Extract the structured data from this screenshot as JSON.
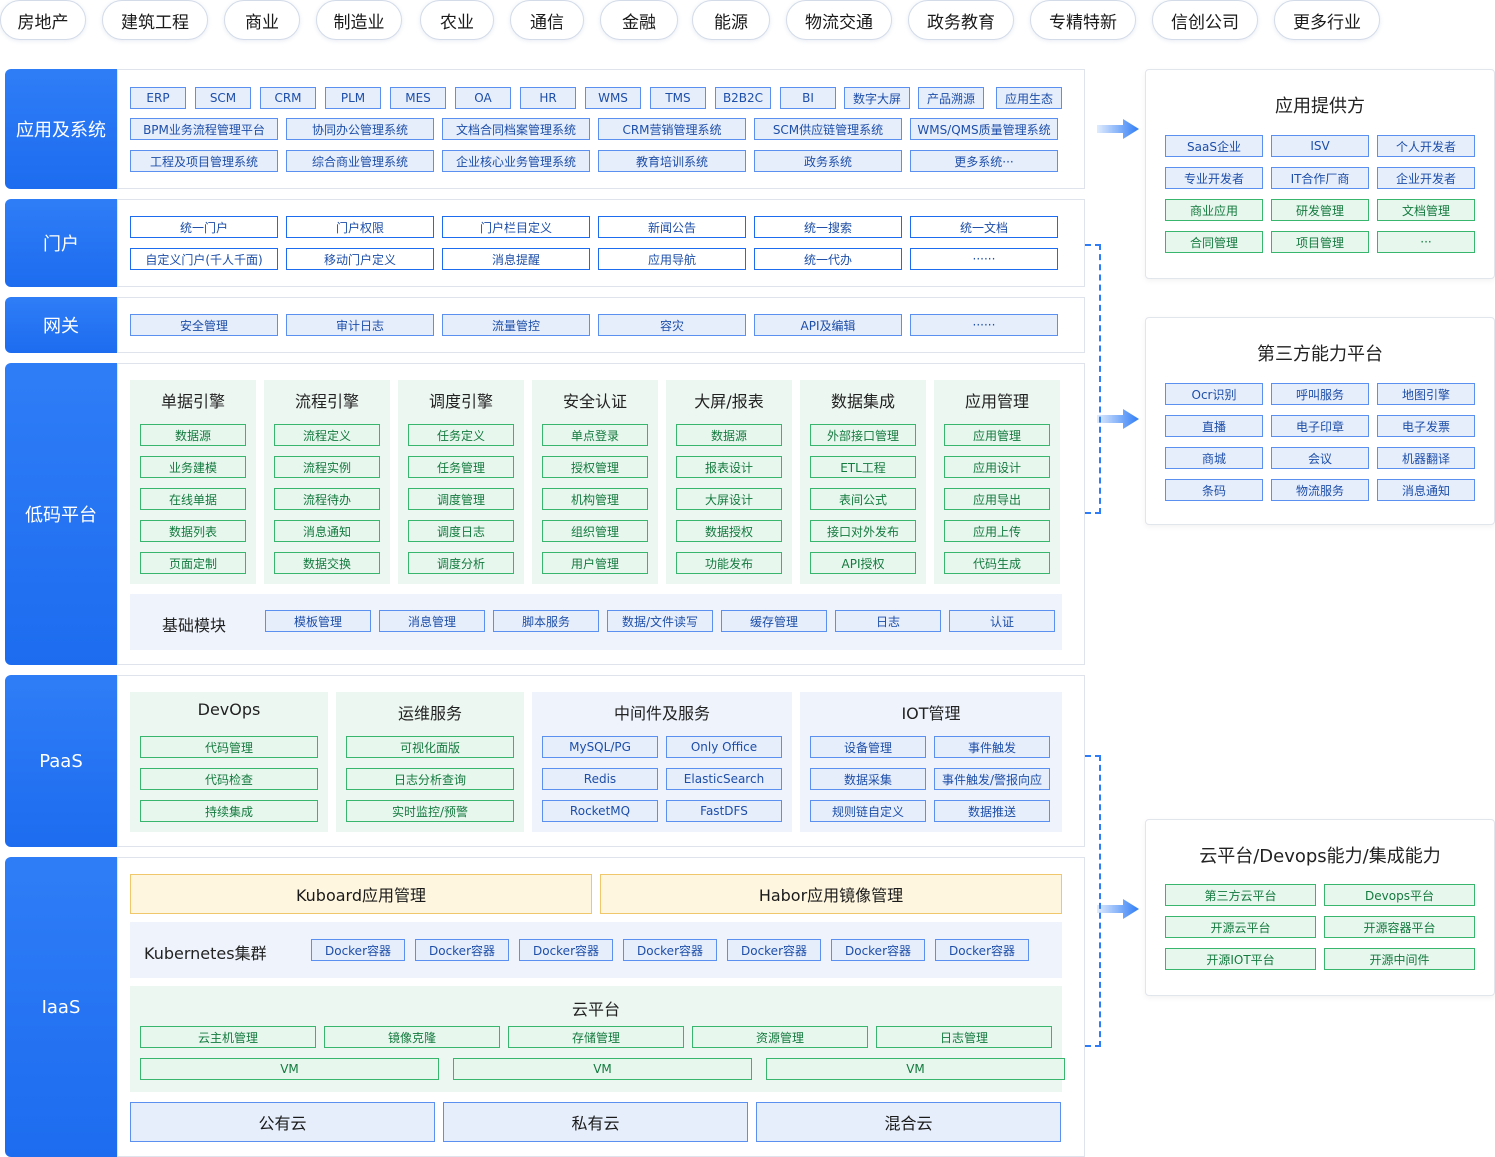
{
  "industry_tags": [
    "房地产",
    "建筑工程",
    "商业",
    "制造业",
    "农业",
    "通信",
    "金融",
    "能源",
    "物流交通",
    "政务教育",
    "专精特新",
    "信创公司",
    "更多行业"
  ],
  "layers": {
    "app": {
      "label": "应用及系统",
      "row1": [
        "ERP",
        "SCM",
        "CRM",
        "PLM",
        "MES",
        "OA",
        "HR",
        "WMS",
        "TMS",
        "B2B2C",
        "BI",
        "数字大屏",
        "产品溯源",
        "应用生态"
      ],
      "row2": [
        "BPM业务流程管理平台",
        "协同办公管理系统",
        "文档合同档案管理系统",
        "CRM营销管理系统",
        "SCM供应链管理系统",
        "WMS/QMS质量管理系统"
      ],
      "row3": [
        "工程及项目管理系统",
        "综合商业管理系统",
        "企业核心业务管理系统",
        "教育培训系统",
        "政务系统",
        "更多系统···"
      ]
    },
    "portal": {
      "label": "门户",
      "row1": [
        "统一门户",
        "门户权限",
        "门户栏目定义",
        "新闻公告",
        "统一搜索",
        "统一文档"
      ],
      "row2": [
        "自定义门户(千人千面)",
        "移动门户定义",
        "消息提醒",
        "应用导航",
        "统一代办",
        "······"
      ]
    },
    "gateway": {
      "label": "网关",
      "row1": [
        "安全管理",
        "审计日志",
        "流量管控",
        "容灾",
        "API及编辑",
        "······"
      ]
    },
    "lowcode": {
      "label": "低码平台",
      "columns": [
        {
          "title": "单据引擎",
          "items": [
            "数据源",
            "业务建模",
            "在线单据",
            "数据列表",
            "页面定制"
          ]
        },
        {
          "title": "流程引擎",
          "items": [
            "流程定义",
            "流程实例",
            "流程待办",
            "消息通知",
            "数据交换"
          ]
        },
        {
          "title": "调度引擎",
          "items": [
            "任务定义",
            "任务管理",
            "调度管理",
            "调度日志",
            "调度分析"
          ]
        },
        {
          "title": "安全认证",
          "items": [
            "单点登录",
            "授权管理",
            "机构管理",
            "组织管理",
            "用户管理"
          ]
        },
        {
          "title": "大屏/报表",
          "items": [
            "数据源",
            "报表设计",
            "大屏设计",
            "数据授权",
            "功能发布"
          ]
        },
        {
          "title": "数据集成",
          "items": [
            "外部接口管理",
            "ETL工程",
            "表间公式",
            "接口对外发布",
            "API授权"
          ]
        },
        {
          "title": "应用管理",
          "items": [
            "应用管理",
            "应用设计",
            "应用导出",
            "应用上传",
            "代码生成"
          ]
        }
      ],
      "base": {
        "title": "基础模块",
        "items": [
          "模板管理",
          "消息管理",
          "脚本服务",
          "数据/文件读写",
          "缓存管理",
          "日志",
          "认证"
        ]
      }
    },
    "paas": {
      "label": "PaaS",
      "devops": {
        "title": "DevOps",
        "items": [
          "代码管理",
          "代码检查",
          "持续集成"
        ]
      },
      "ops": {
        "title": "运维服务",
        "items": [
          "可视化面版",
          "日志分析查询",
          "实时监控/预警"
        ]
      },
      "middleware": {
        "title": "中间件及服务",
        "items": [
          "MySQL/PG",
          "Only Office",
          "Redis",
          "ElasticSearch",
          "RocketMQ",
          "FastDFS"
        ]
      },
      "iot": {
        "title": "IOT管理",
        "items": [
          "设备管理",
          "事件触发",
          "数据采集",
          "事件触发/警报向应",
          "规则链自定义",
          "数据推送"
        ]
      }
    },
    "iaas": {
      "label": "IaaS",
      "kuboard": "Kuboard应用管理",
      "habor": "Habor应用镜像管理",
      "k8s": {
        "title": "Kubernetes集群",
        "items": [
          "Docker容器",
          "Docker容器",
          "Docker容器",
          "Docker容器",
          "Docker容器",
          "Docker容器",
          "Docker容器"
        ]
      },
      "cloud": {
        "title": "云平台",
        "items": [
          "云主机管理",
          "镜像克隆",
          "存储管理",
          "资源管理",
          "日志管理"
        ],
        "vms": [
          "VM",
          "VM",
          "VM"
        ]
      },
      "deploy": [
        "公有云",
        "私有云",
        "混合云"
      ]
    }
  },
  "right": {
    "providers": {
      "title": "应用提供方",
      "items": [
        "SaaS企业",
        "ISV",
        "个人开发者",
        "专业开发者",
        "IT合作厂商",
        "企业开发者",
        "商业应用",
        "研发管理",
        "文档管理",
        "合同管理",
        "项目管理",
        "···"
      ]
    },
    "third": {
      "title": "第三方能力平台",
      "items": [
        "Ocr识别",
        "呼叫服务",
        "地图引擎",
        "直播",
        "电子印章",
        "电子发票",
        "商城",
        "会议",
        "机器翻译",
        "条码",
        "物流服务",
        "消息通知"
      ]
    },
    "cloud": {
      "title": "云平台/Devops能力/集成能力",
      "items": [
        "第三方云平台",
        "Devops平台",
        "开源云平台",
        "开源容器平台",
        "开源IOT平台",
        "开源中间件"
      ]
    }
  }
}
